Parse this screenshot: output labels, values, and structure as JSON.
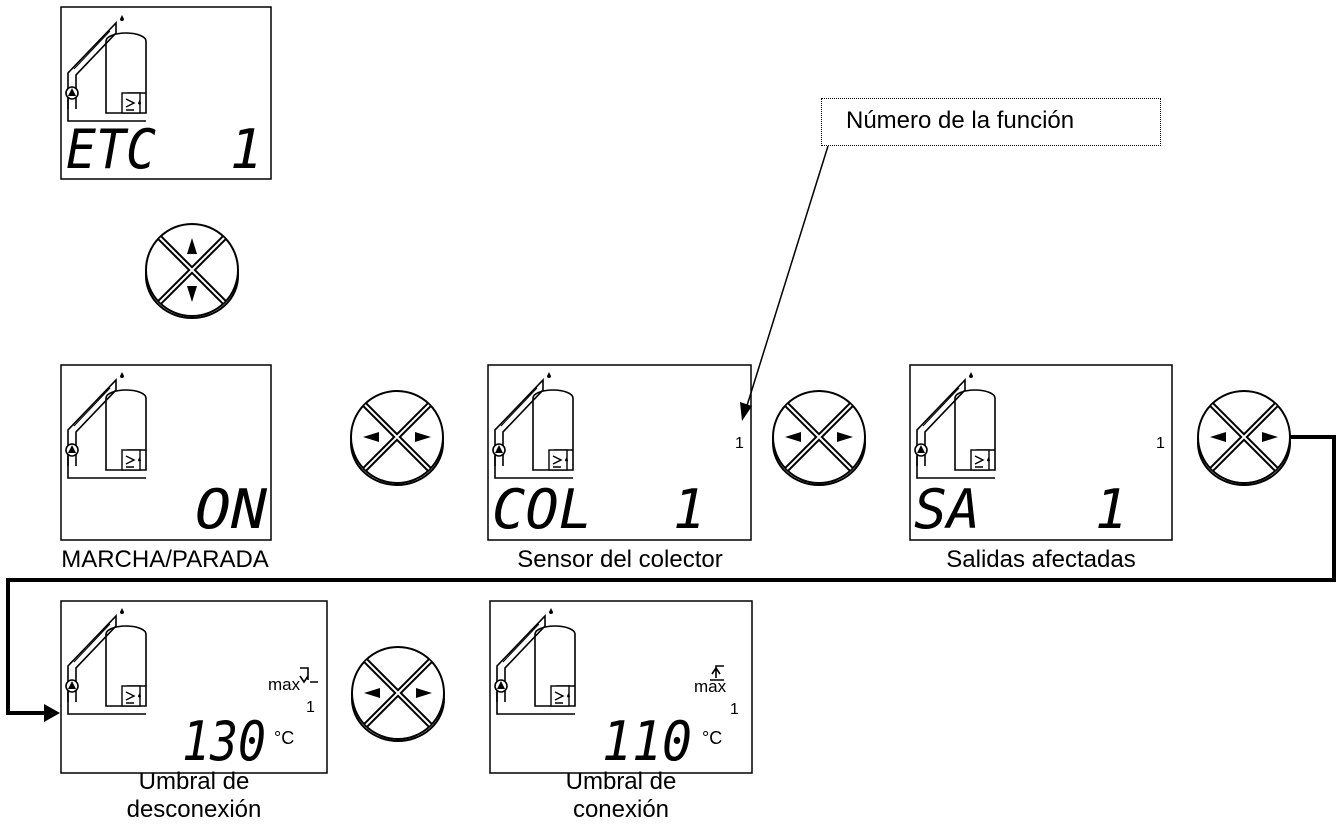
{
  "colors": {
    "ink": "#000000",
    "background": "#ffffff"
  },
  "callout": {
    "text": "Número de la función"
  },
  "navigator_up_down": {
    "icon": "up-down-navigation-pad-icon"
  },
  "navigator_left_right": {
    "icon": "left-right-navigation-pad-icon"
  },
  "screens": [
    {
      "id": "etc",
      "code": "ETC",
      "number": "1",
      "func_no": "",
      "threshold": "",
      "unit": "",
      "caption": []
    },
    {
      "id": "on",
      "code": "",
      "number": "",
      "value": "ON",
      "func_no": "",
      "threshold": "",
      "unit": "",
      "caption": [
        "MARCHA/PARADA"
      ]
    },
    {
      "id": "col",
      "code": "COL",
      "number": "1",
      "func_no": "1",
      "threshold": "",
      "unit": "",
      "caption": [
        "Sensor del colector"
      ]
    },
    {
      "id": "sa",
      "code": "SA",
      "number": "1",
      "func_no": "1",
      "threshold": "",
      "unit": "",
      "caption": [
        "Salidas afectadas"
      ]
    },
    {
      "id": "off-threshold",
      "code": "",
      "number": "",
      "value": "130",
      "func_no": "1",
      "threshold": "max",
      "unit": "°C",
      "caption": [
        "Umbral de",
        "desconexión"
      ]
    },
    {
      "id": "on-threshold",
      "code": "",
      "number": "",
      "value": "110",
      "func_no": "1",
      "threshold": "max",
      "unit": "°C",
      "caption": [
        "Umbral de",
        "conexión"
      ]
    }
  ]
}
